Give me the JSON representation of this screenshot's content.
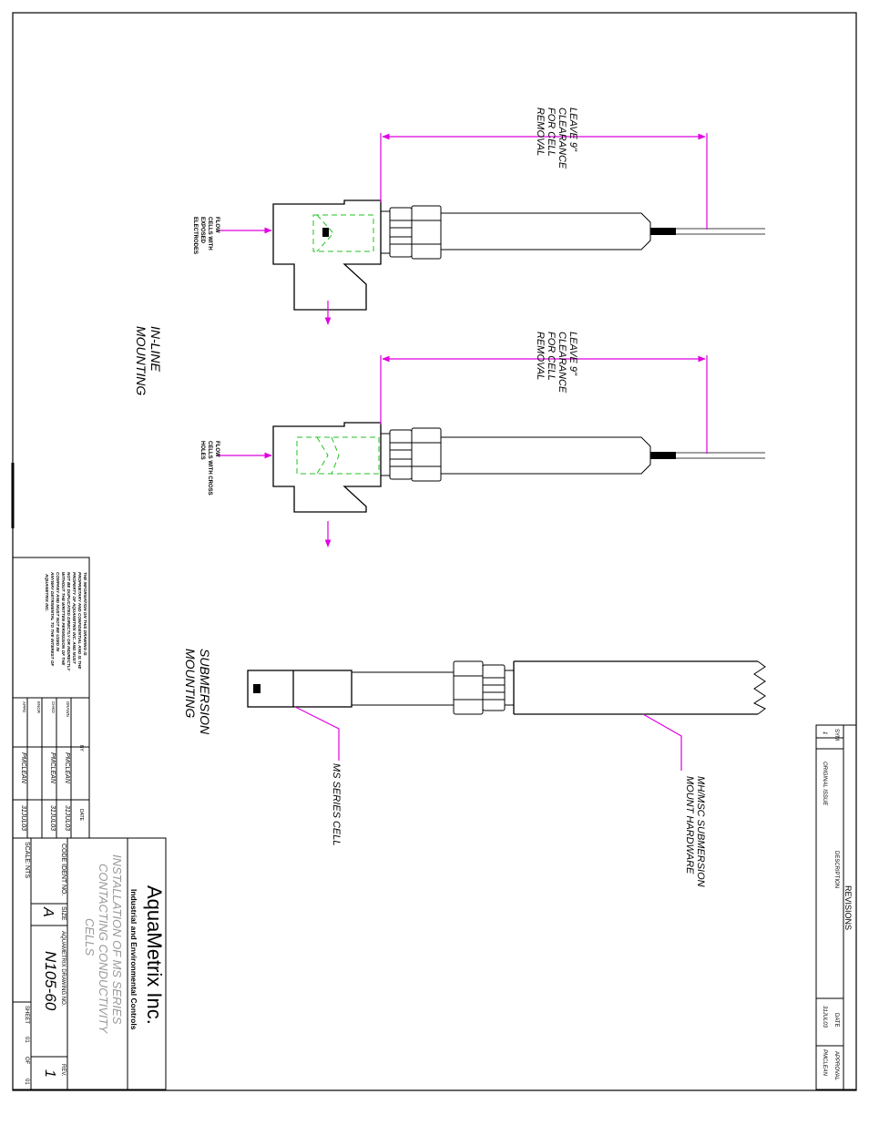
{
  "drawing": {
    "clearance_note": [
      "LEAVE 9\"",
      "CLEARANCE",
      "FOR CELL",
      "REMOVAL"
    ],
    "flow_label": "FLOW",
    "cells_exposed": [
      "CELLS WITH",
      "EXPOSED",
      "ELECTRODES"
    ],
    "cells_cross": [
      "CELLS WITH CROSS",
      "HOLES"
    ],
    "inline_title": [
      "IN-LINE",
      "MOUNTING"
    ],
    "submersion_title": [
      "SUBMERSION",
      "MOUNTING"
    ],
    "ms_series_cell": "MS SERIES CELL",
    "hardware_label": [
      "MH/MSC SUBMERSION",
      "MOUNT HARDWARE"
    ]
  },
  "revisions": {
    "title": "REVISIONS",
    "headers": {
      "sym": "SYM",
      "description": "DESCRIPTION",
      "date": "DATE",
      "approval": "APPROVAL"
    },
    "row": {
      "sym": "1",
      "description": "ORIGINAL ISSUE",
      "date": "31JUL03",
      "approval": "PMCLEAN"
    }
  },
  "approvals": {
    "notice": [
      "THE INFORMATION ON THIS DRAWING IS",
      "PROPRIETARY AND CONFIDENTIAL AND IS THE",
      "PROPERTY OF AQUAMETRIX INC. AND MUST",
      "NOT BE DUPLICATED DIRECTLY OR INDIRECTLY",
      "WITHOUT THE WRITTEN PERMISSION OF THE",
      "COMPANY AND MUST NOT BE USED IN",
      "ANYWAY DETRIMENTAL TO THE INTEREST OF",
      "AQUAMETRIX INC."
    ],
    "by_header": "BY",
    "date_header": "DATE",
    "rows": [
      {
        "role": "DRAWN",
        "by": "PMCLEAN",
        "date": "31JUL03"
      },
      {
        "role": "CHKD",
        "by": "PMCLEAN",
        "date": "31JUL03"
      },
      {
        "role": "ENGR",
        "by": "",
        "date": ""
      },
      {
        "role": "APPD",
        "by": "PMCLEAN",
        "date": "31JUL03"
      }
    ]
  },
  "title_block": {
    "company": "AquaMetrix Inc.",
    "tagline": "Industrial and Environmental Controls",
    "title": [
      "INSTALLATION OF MS SERIES",
      "CONTACTING CONDUCTIVITY",
      "CELLS"
    ],
    "code_label": "CODE IDENT NO.",
    "size_label": "SIZE",
    "size": "A",
    "drawing_no_label": "AQUAMETRIX DRAWING NO.",
    "drawing_no": "N105-60",
    "rev_label": "REV.",
    "rev": "1",
    "scale_label": "SCALE:",
    "scale": "NTS",
    "sheet_label": "SHEET",
    "sheet": "01",
    "of_label": "OF",
    "sheet_total": "01"
  },
  "colors": {
    "dimension": "#e000e0",
    "hidden": "#20c020",
    "line": "#000000"
  }
}
